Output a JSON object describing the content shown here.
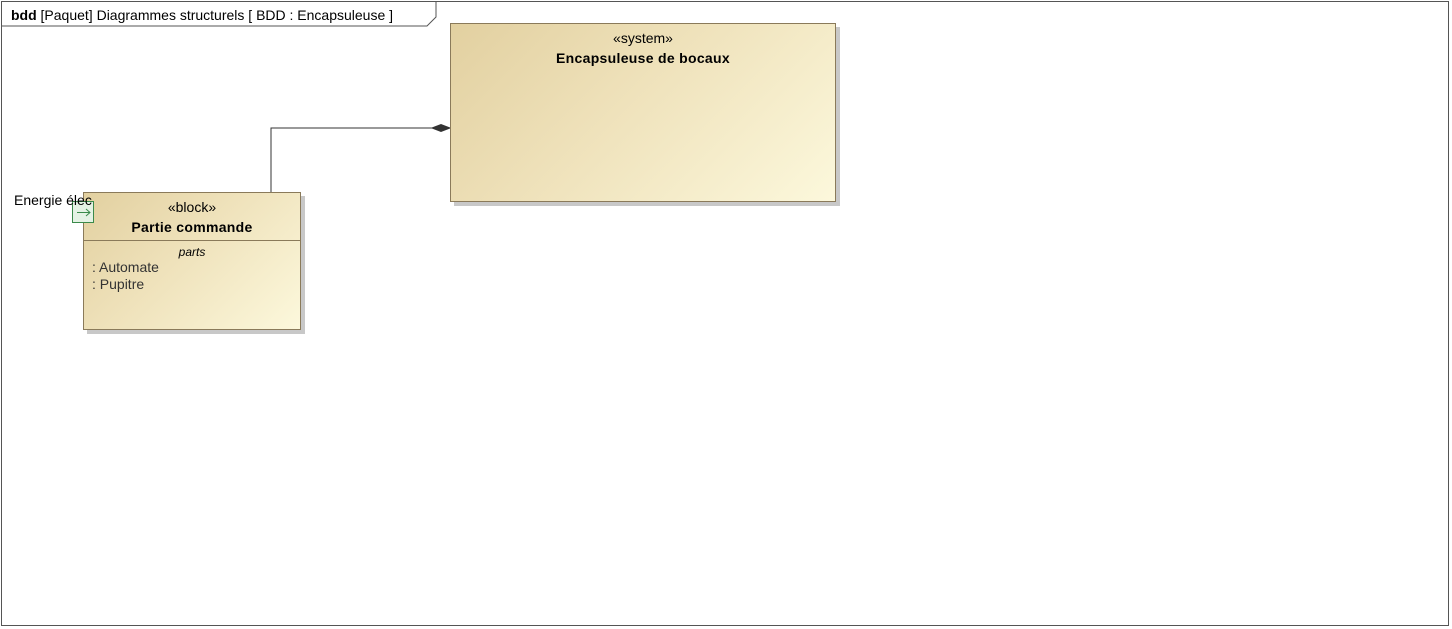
{
  "frame": {
    "kind": "bdd",
    "title": "[Paquet] Diagrammes structurels [ BDD : Encapsuleuse ]"
  },
  "blocks": {
    "system": {
      "stereotype": "«system»",
      "name": "Encapsuleuse de bocaux"
    },
    "command": {
      "stereotype": "«block»",
      "name": "Partie commande",
      "compartment_title": "parts",
      "parts": [
        ": Automate",
        ": Pupitre"
      ]
    }
  },
  "port": {
    "label": "Energie élec"
  },
  "colors": {
    "block_fill_start": "#e2d0a0",
    "block_fill_end": "#fcf8dc",
    "block_border": "#8a7a5a",
    "port_border": "#3a8a4a",
    "port_fill": "#e4f2e4"
  },
  "icons": {
    "port_arrow": "right-arrow-icon",
    "composition_end": "filled-diamond-icon"
  }
}
